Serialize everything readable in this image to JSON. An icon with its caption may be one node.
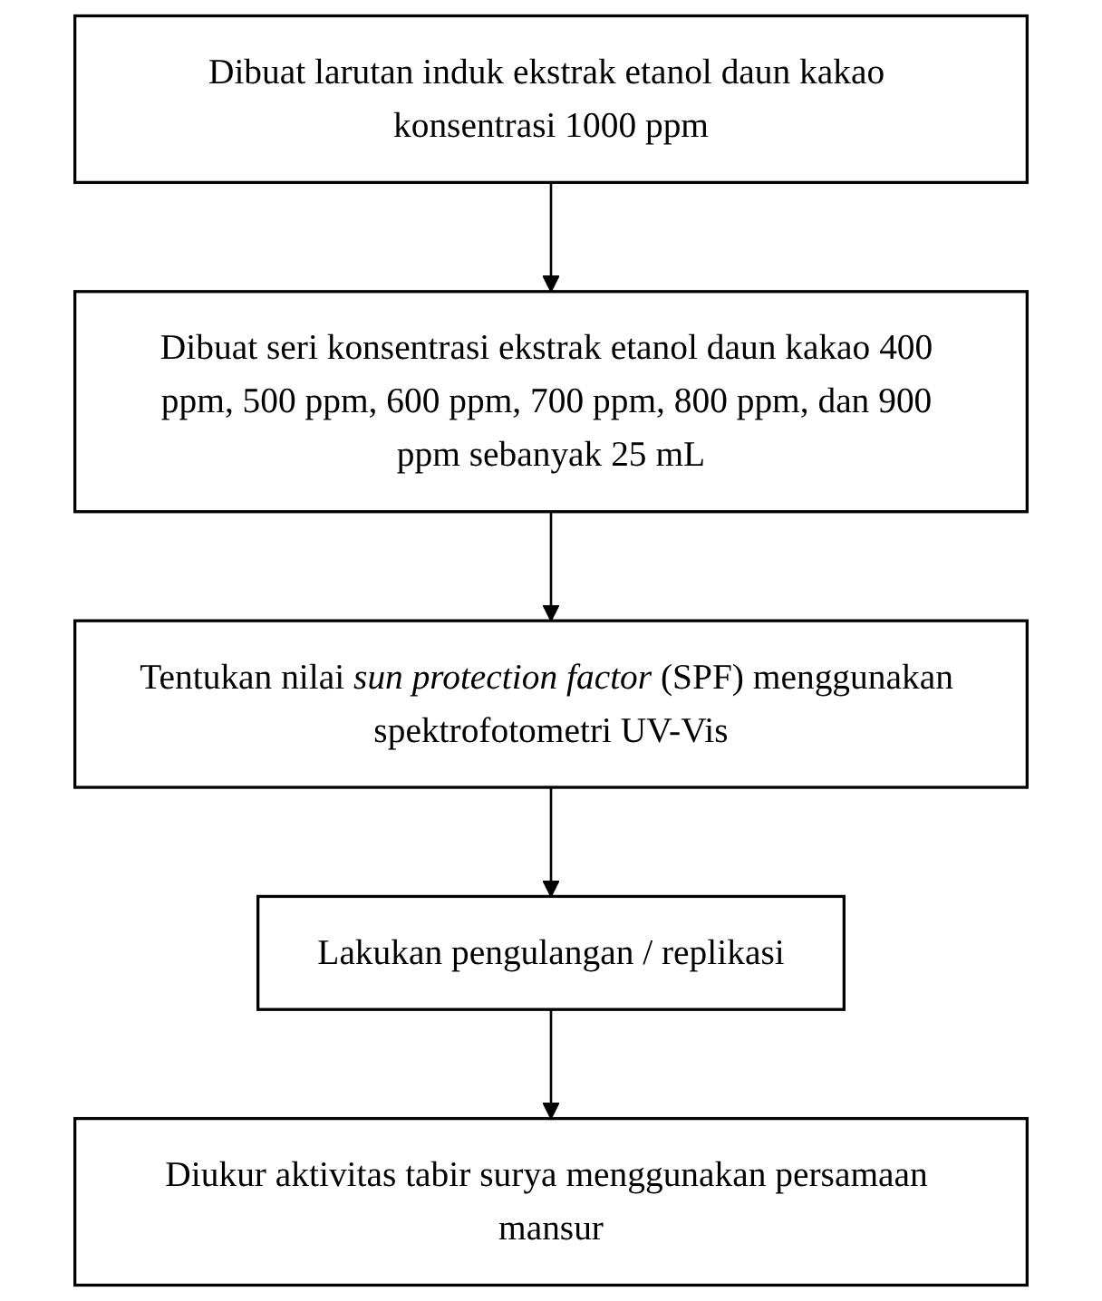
{
  "diagram": {
    "nodes": [
      {
        "text": [
          "Dibuat larutan induk ekstrak etanol daun kakao konsentrasi 1000 ppm"
        ]
      },
      {
        "text": [
          "Dibuat seri konsentrasi ekstrak etanol daun kakao 400 ppm, 500 ppm, 600 ppm, 700 ppm, 800 ppm, dan 900 ppm sebanyak 25 mL"
        ]
      },
      {
        "text": [
          "Tentukan nilai *sun protection factor* (SPF) menggunakan spektrofotometri UV-Vis"
        ]
      },
      {
        "text": [
          "Lakukan pengulangan / replikasi"
        ]
      },
      {
        "text": [
          "Diukur aktivitas tabir surya menggunakan persamaan mansur"
        ]
      }
    ],
    "edges": [
      {
        "from": 0,
        "to": 1,
        "arrow": "to"
      },
      {
        "from": 1,
        "to": 2,
        "arrow": "to"
      },
      {
        "from": 2,
        "to": 3,
        "arrow": "to"
      },
      {
        "from": 3,
        "to": 4,
        "arrow": "to"
      }
    ]
  }
}
